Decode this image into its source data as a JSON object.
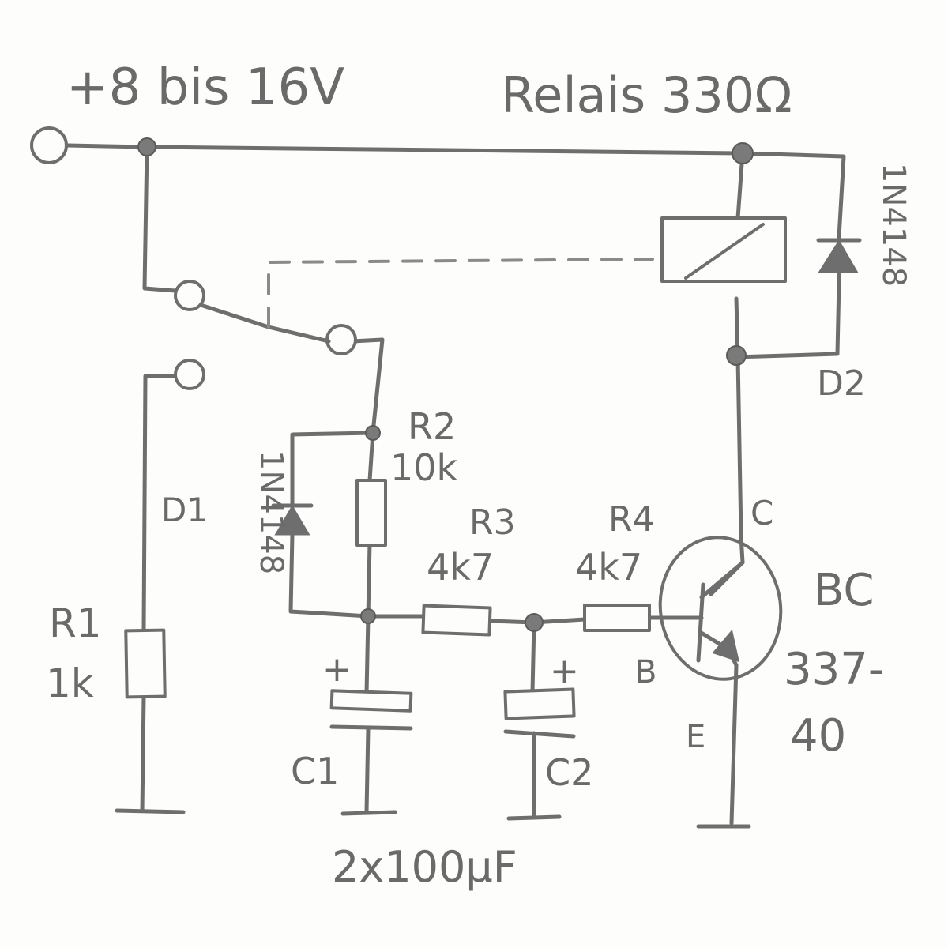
{
  "supply": {
    "label": "+8 bis 16V"
  },
  "relay": {
    "label": "Relais 330Ω"
  },
  "d2": {
    "name": "D2",
    "type": "1N4148"
  },
  "d1": {
    "name": "D1",
    "type": "1N4148"
  },
  "r1": {
    "name": "R1",
    "value": "1k"
  },
  "r2": {
    "name": "R2",
    "value": "10k"
  },
  "r3": {
    "name": "R3",
    "value": "4k7"
  },
  "r4": {
    "name": "R4",
    "value": "4k7"
  },
  "c1": {
    "name": "C1",
    "polarity": "+"
  },
  "c2": {
    "name": "C2",
    "polarity": "+"
  },
  "capacitors": {
    "value": "2x100µF"
  },
  "transistor": {
    "collector": "C",
    "base": "B",
    "emitter": "E",
    "type_line1": "BC",
    "type_line2": "337-",
    "type_line3": "40"
  }
}
